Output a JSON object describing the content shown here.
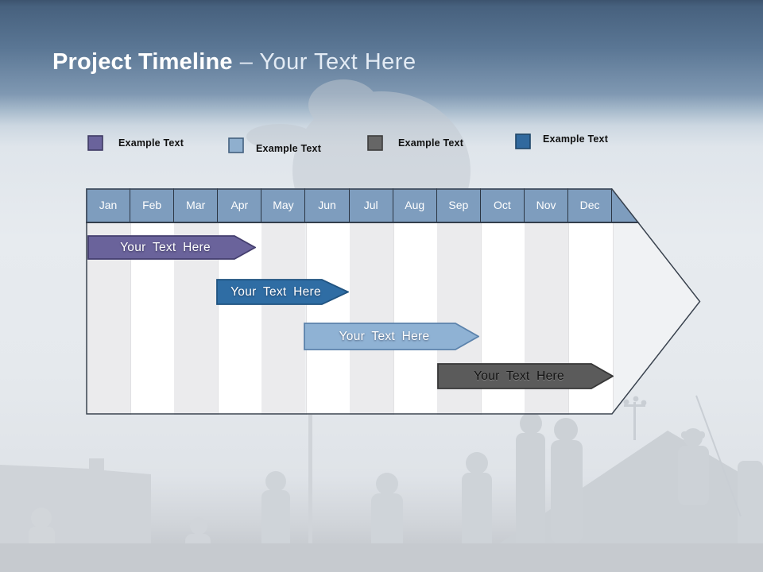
{
  "slide": {
    "title_bold": "Project Timeline",
    "title_light": "– Your Text Here"
  },
  "legend": {
    "items": [
      {
        "label": "Example Text",
        "color": "#6a639b",
        "edge": "#3e3a63"
      },
      {
        "label": "Example Text",
        "color": "#8fafce",
        "edge": "#43607f"
      },
      {
        "label": "Example Text",
        "color": "#666666",
        "edge": "#3c3c3c"
      },
      {
        "label": "Example Text",
        "color": "#31699e",
        "edge": "#1e4568"
      }
    ]
  },
  "timeline": {
    "months": [
      "Jan",
      "Feb",
      "Mar",
      "Apr",
      "May",
      "Jun",
      "Jul",
      "Aug",
      "Sep",
      "Oct",
      "Nov",
      "Dec"
    ],
    "header_color": "#7e9dbe",
    "bars": [
      {
        "label": "Your Text Here",
        "start": "Jan",
        "end": "Apr",
        "fill": "#6a639b",
        "edge": "#443e6e",
        "text_color": "#ffffff"
      },
      {
        "label": "Your Text Here",
        "start": "Apr",
        "end": "Jun",
        "fill": "#2f6da4",
        "edge": "#205380",
        "text_color": "#ffffff"
      },
      {
        "label": "Your Text Here",
        "start": "Jun",
        "end": "Sep",
        "fill": "#8fb2d4",
        "edge": "#5c83ac",
        "text_color": "#ffffff"
      },
      {
        "label": "Your Text Here",
        "start": "Sep",
        "end": "Dec",
        "fill": "#5b5b5b",
        "edge": "#373737",
        "text_color": "#121212"
      }
    ]
  },
  "chart_data": {
    "type": "gantt-timeline",
    "title": "Project Timeline – Your Text Here",
    "x_categories": [
      "Jan",
      "Feb",
      "Mar",
      "Apr",
      "May",
      "Jun",
      "Jul",
      "Aug",
      "Sep",
      "Oct",
      "Nov",
      "Dec"
    ],
    "tasks": [
      {
        "name": "Your Text Here",
        "start": "Jan",
        "end": "Apr",
        "color": "#6a639b"
      },
      {
        "name": "Your Text Here",
        "start": "Apr",
        "end": "Jun",
        "color": "#2f6da4"
      },
      {
        "name": "Your Text Here",
        "start": "Jun",
        "end": "Sep",
        "color": "#8fb2d4"
      },
      {
        "name": "Your Text Here",
        "start": "Sep",
        "end": "Dec",
        "color": "#5b5b5b"
      }
    ],
    "legend_entries": [
      "Example Text",
      "Example Text",
      "Example Text",
      "Example Text"
    ],
    "legend_position": "top"
  }
}
